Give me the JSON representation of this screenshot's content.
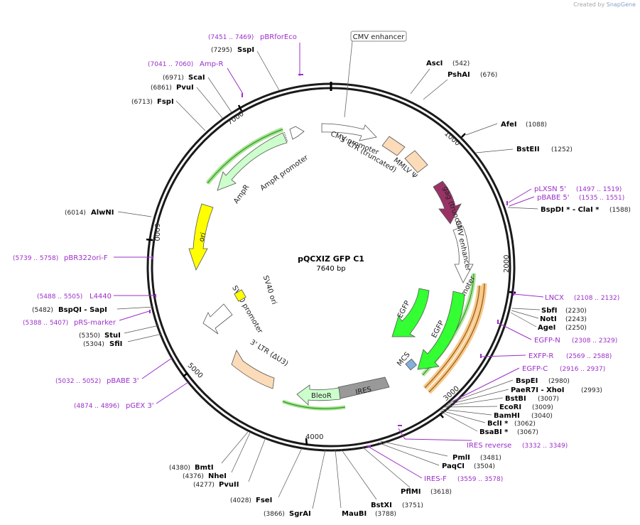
{
  "credit": {
    "prefix": "Created by",
    "brand": "SnapGene"
  },
  "plasmid": {
    "name": "pQCXIZ GFP C1",
    "length_label": "7640 bp"
  },
  "ticks": [
    "1000",
    "2000",
    "3000",
    "4000",
    "5000",
    "6000",
    "7000"
  ],
  "features": [
    {
      "label": "CMV enhancer",
      "color": "#ffffff"
    },
    {
      "label": "CMV promoter",
      "color": "#ffffff"
    },
    {
      "label": "5' LTR (truncated)",
      "color": "#fcdbb8"
    },
    {
      "label": "MMLV Ψ",
      "color": "#fcdbb8"
    },
    {
      "label": "gag (truncated)",
      "color": "#993366"
    },
    {
      "label": "CMV enhancer",
      "color": "#ffffff"
    },
    {
      "label": "CMV promoter",
      "color": "#ffffff"
    },
    {
      "label": "EGFP",
      "color": "#33ff33"
    },
    {
      "label": "EGFP",
      "color": "#33ff33"
    },
    {
      "label": "MCS",
      "color": "#84b0dc"
    },
    {
      "label": "IRES",
      "color": "#999999"
    },
    {
      "label": "BleoR",
      "color": "#ccffcc"
    },
    {
      "label": "3' LTR (ΔU3)",
      "color": "#fcdbb8"
    },
    {
      "label": "SV40 promoter",
      "color": "#ffffff"
    },
    {
      "label": "SV40 ori",
      "color": "#ffff00"
    },
    {
      "label": "ori",
      "color": "#ffff00"
    },
    {
      "label": "AmpR",
      "color": "#ccffcc"
    },
    {
      "label": "AmpR promoter",
      "color": "#ffffff"
    }
  ],
  "sites": [
    {
      "name": "AscI",
      "pos": "(542)"
    },
    {
      "name": "PshAI",
      "pos": "(676)"
    },
    {
      "name": "AfeI",
      "pos": "(1088)"
    },
    {
      "name": "BstEII",
      "pos": "(1252)"
    },
    {
      "name": "BspDI * - ClaI *",
      "pos": "(1588)"
    },
    {
      "name": "SbfI",
      "pos": "(2230)"
    },
    {
      "name": "NotI",
      "pos": "(2243)"
    },
    {
      "name": "AgeI",
      "pos": "(2250)"
    },
    {
      "name": "BspEI",
      "pos": "(2980)"
    },
    {
      "name": "PaeR7I - XhoI",
      "pos": "(2993)"
    },
    {
      "name": "BstBI",
      "pos": "(3007)"
    },
    {
      "name": "EcoRI",
      "pos": "(3009)"
    },
    {
      "name": "BamHI",
      "pos": "(3040)"
    },
    {
      "name": "BclI *",
      "pos": "(3062)"
    },
    {
      "name": "BsaBI *",
      "pos": "(3067)"
    },
    {
      "name": "PmlI",
      "pos": "(3481)"
    },
    {
      "name": "PaqCI",
      "pos": "(3504)"
    },
    {
      "name": "PflMI",
      "pos": "(3618)"
    },
    {
      "name": "BstXI",
      "pos": "(3751)"
    },
    {
      "name": "MauBI",
      "pos": "(3788)"
    },
    {
      "name": "SgrAI",
      "pos": "(3866)"
    },
    {
      "name": "FseI",
      "pos": "(4028)"
    },
    {
      "name": "PvuII",
      "pos": "(4277)"
    },
    {
      "name": "NheI",
      "pos": "(4376)"
    },
    {
      "name": "BmtI",
      "pos": "(4380)"
    },
    {
      "name": "SfiI",
      "pos": "(5304)"
    },
    {
      "name": "StuI",
      "pos": "(5350)"
    },
    {
      "name": "BspQI - SapI",
      "pos": "(5482)"
    },
    {
      "name": "AlwNI",
      "pos": "(6014)"
    },
    {
      "name": "FspI",
      "pos": "(6713)"
    },
    {
      "name": "PvuI",
      "pos": "(6861)"
    },
    {
      "name": "ScaI",
      "pos": "(6971)"
    },
    {
      "name": "SspI",
      "pos": "(7295)"
    }
  ],
  "primers": [
    {
      "name": "pBRforEco",
      "range": "(7451 .. 7469)"
    },
    {
      "name": "Amp-R",
      "range": "(7041 .. 7060)"
    },
    {
      "name": "pLXSN 5'",
      "range": "(1497 .. 1519)"
    },
    {
      "name": "pBABE 5'",
      "range": "(1535 .. 1551)"
    },
    {
      "name": "LNCX",
      "range": "(2108 .. 2132)"
    },
    {
      "name": "EGFP-N",
      "range": "(2308 .. 2329)"
    },
    {
      "name": "EXFP-R",
      "range": "(2569 .. 2588)"
    },
    {
      "name": "EGFP-C",
      "range": "(2916 .. 2937)"
    },
    {
      "name": "IRES reverse",
      "range": "(3332 .. 3349)"
    },
    {
      "name": "IRES-F",
      "range": "(3559 .. 3578)"
    },
    {
      "name": "pGEX 3'",
      "range": "(4874 .. 4896)"
    },
    {
      "name": "pBABE 3'",
      "range": "(5032 .. 5052)"
    },
    {
      "name": "pRS-marker",
      "range": "(5388 .. 5407)"
    },
    {
      "name": "L4440",
      "range": "(5488 .. 5505)"
    },
    {
      "name": "pBR322ori-F",
      "range": "(5739 .. 5758)"
    }
  ]
}
